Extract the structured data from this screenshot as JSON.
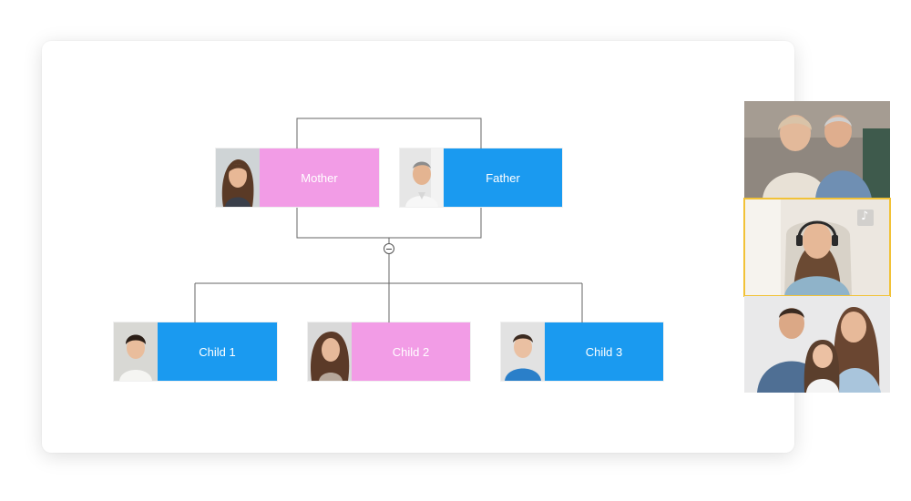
{
  "colors": {
    "female": "#f29ce6",
    "male": "#1a9af0",
    "connector": "#666666",
    "active_border": "#f2c237"
  },
  "tree": {
    "parents": [
      {
        "id": "mother",
        "label": "Mother",
        "gender": "female"
      },
      {
        "id": "father",
        "label": "Father",
        "gender": "male"
      }
    ],
    "children": [
      {
        "id": "child1",
        "label": "Child 1",
        "gender": "male"
      },
      {
        "id": "child2",
        "label": "Child 2",
        "gender": "female"
      },
      {
        "id": "child3",
        "label": "Child 3",
        "gender": "male"
      }
    ],
    "collapse_icon": "minus-circle-icon"
  },
  "video_call": {
    "participants": [
      {
        "id": "grandparents",
        "active": false
      },
      {
        "id": "headset-woman",
        "active": true,
        "status_icon": "mute-icon"
      },
      {
        "id": "family",
        "active": false
      }
    ]
  }
}
